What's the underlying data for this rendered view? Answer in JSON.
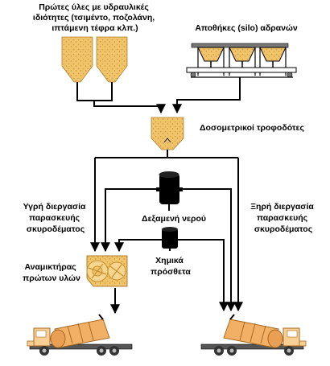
{
  "labels": {
    "raw_materials": [
      "Πρώτες ύλες με υδραυλικές",
      "ιδιότητες (τσιμέντο, ποζολάνη,",
      "ιπτάμενη τέφρα κλπ.)"
    ],
    "aggregate_silos": "Αποθήκες (silo) αδρανών",
    "dosing_feeders": "Δοσομετρικοί τροφοδότες",
    "wet_process": [
      "Υγρή διεργασία",
      "παρασκευής",
      "σκυροδέματος"
    ],
    "dry_process": [
      "Ξηρή διεργασία",
      "παρασκευής",
      "σκυροδέματος"
    ],
    "water_tank": "Δεξαμενή νερού",
    "admixtures": [
      "Χημικά",
      "πρόσθετα"
    ],
    "mixer": [
      "Αναμικτήρας",
      "πρώτων υλών"
    ]
  },
  "colors": {
    "hopper_fill": "#f0c46a",
    "hopper_speckle": "#d19a38",
    "truck_drum": "#f2b067",
    "truck_cab": "#f7cf94",
    "line": "#000000",
    "tank": "#000000"
  },
  "icons": [
    "raw-material-silo-icon",
    "aggregate-silo-icon",
    "dosing-hopper-icon",
    "water-tank-icon",
    "admixture-tank-icon",
    "mixer-icon",
    "concrete-truck-icon"
  ]
}
